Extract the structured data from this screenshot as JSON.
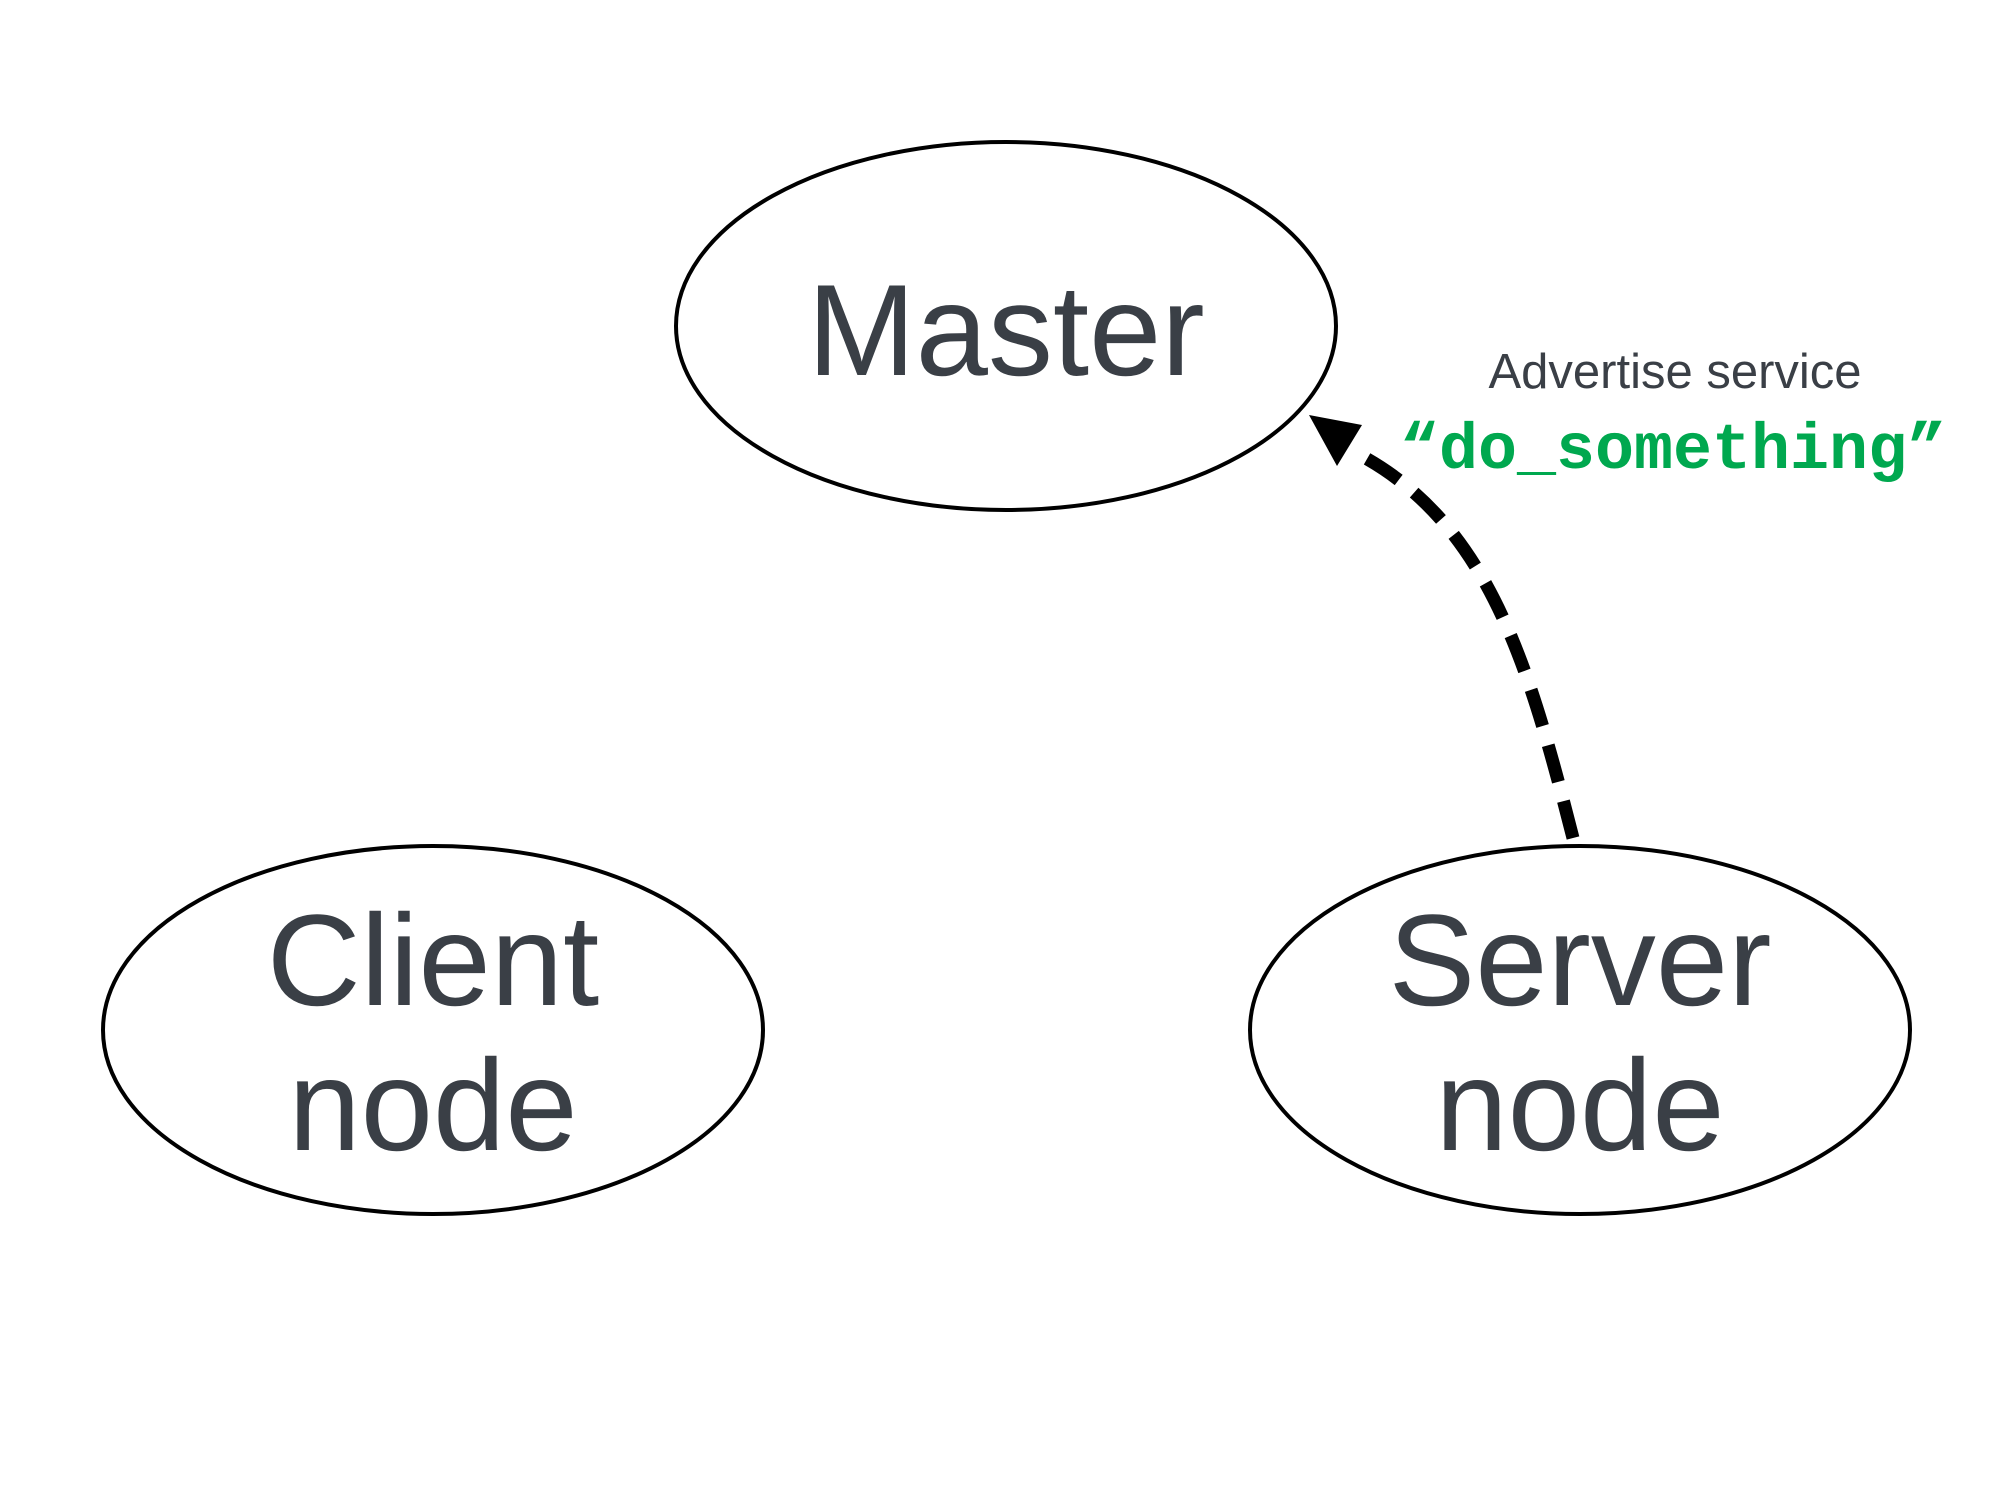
{
  "colors": {
    "background": "#ffffff",
    "node_stroke": "#000000",
    "node_text": "#3a3f46",
    "edge": "#000000",
    "code_text": "#00a84f"
  },
  "nodes": {
    "master": {
      "label": "Master"
    },
    "client": {
      "line1": "Client",
      "line2": "node"
    },
    "server": {
      "line1": "Server",
      "line2": "node"
    }
  },
  "edges": [
    {
      "from": "server",
      "to": "master",
      "style": "dashed",
      "label_line1": "Advertise service",
      "label_line2": "“do_something”"
    }
  ]
}
